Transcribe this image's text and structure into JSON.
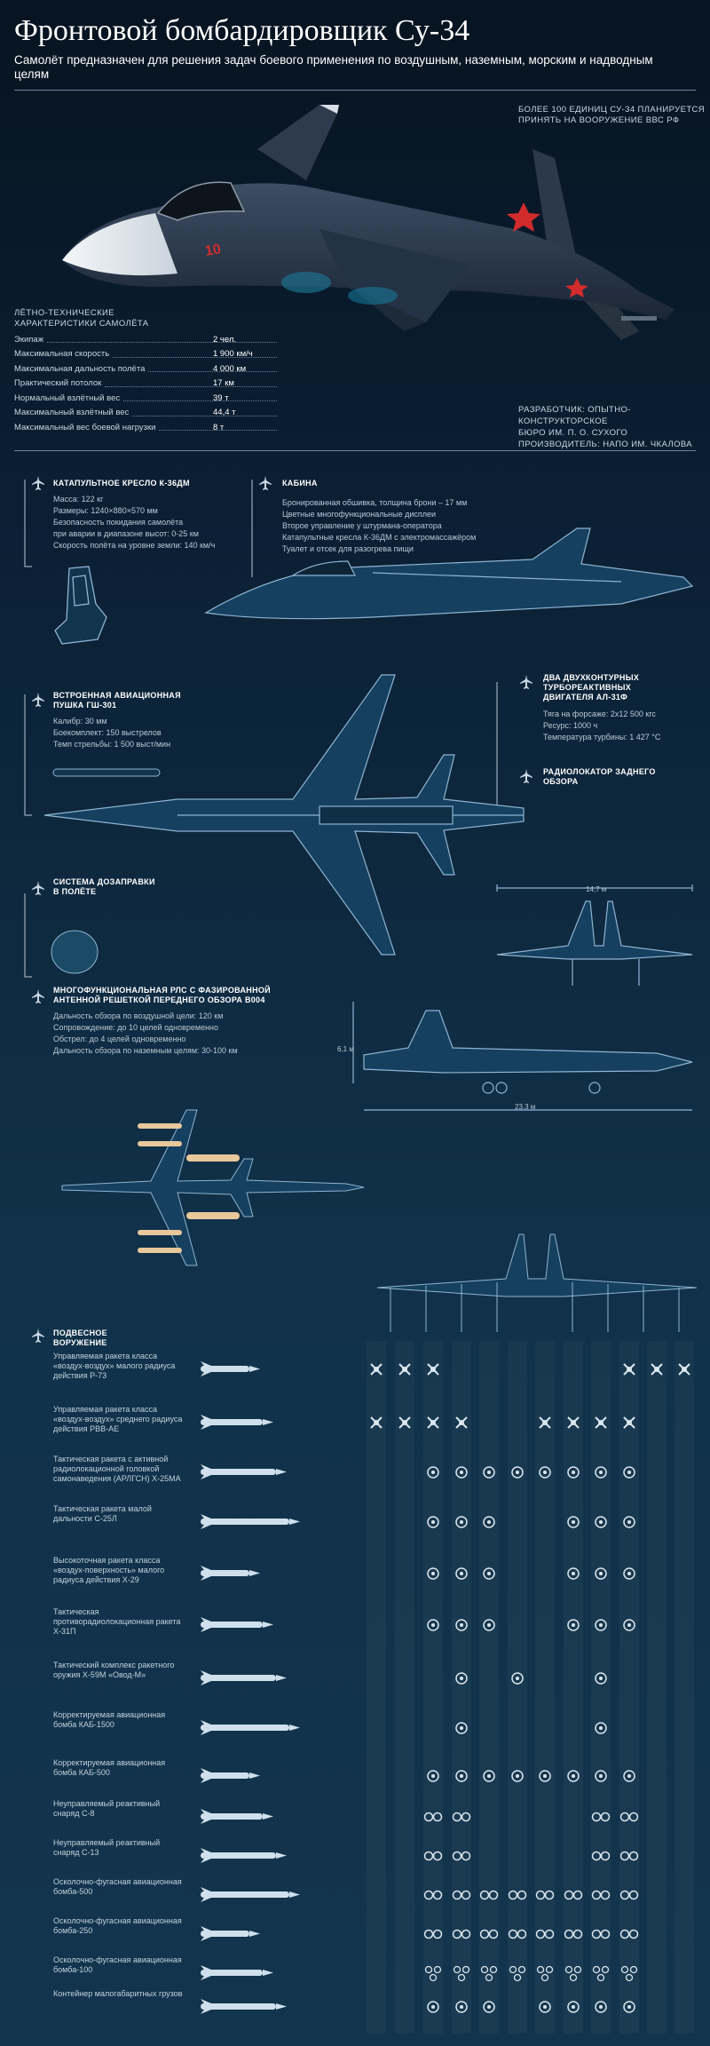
{
  "title": "Фронтовой бомбардировщик Су-34",
  "subtitle": "Самолёт предназначен для решения задач боевого применения по воздушным, наземным, морским и надводным целям",
  "note_top_right": [
    "БОЛЕЕ 100 ЕДИНИЦ СУ-34 ПЛАНИРУЕТСЯ",
    "ПРИНЯТЬ НА ВООРУЖЕНИЕ ВВС РФ"
  ],
  "aircraft_marking": "10",
  "specs": {
    "heading": [
      "ЛЁТНО-ТЕХНИЧЕСКИЕ",
      "ХАРАКТЕРИСТИКИ САМОЛЁТА"
    ],
    "rows": [
      {
        "label": "Экипаж",
        "value": "2 чел."
      },
      {
        "label": "Максимальная скорость",
        "value": "1 900 км/ч"
      },
      {
        "label": "Максимальная дальность полёта",
        "value": "4 000 км"
      },
      {
        "label": "Практический потолок",
        "value": "17 км"
      },
      {
        "label": "Нормальный взлётный вес",
        "value": "39 т"
      },
      {
        "label": "Максимальный взлётный вес",
        "value": "44,4 т"
      },
      {
        "label": "Максимальный вес боевой нагрузки",
        "value": "8 т"
      }
    ]
  },
  "developer": [
    "РАЗРАБОТЧИК: ОПЫТНО-КОНСТРУКТОРСКОЕ",
    "БЮРО ИМ. П. О. СУХОГО",
    "ПРОИЗВОДИТЕЛЬ: НАПО ИМ. ЧКАЛОВА"
  ],
  "seat": {
    "title": "КАТАПУЛЬТНОЕ КРЕСЛО К-36ДМ",
    "lines": [
      "Масса: 122 кг",
      "Размеры: 1240×880×570 мм",
      "Безопасность покидания самолёта",
      "при аварии в диапазоне высот: 0-25 км",
      "Скорость полёта на уровне земли: 140 км/ч"
    ]
  },
  "cabin": {
    "title": "КАБИНА",
    "lines": [
      "Бронированная обшивка, толщина брони – 17 мм",
      "Цветные многофункциональные дисплеи",
      "Второе управление у штурмана-оператора",
      "Катапультные кресла К-36ДМ с электромассажёром",
      "Туалет и отсек для разогрева пищи"
    ]
  },
  "gun": {
    "title": [
      "ВСТРОЕННАЯ АВИАЦИОННАЯ",
      "ПУШКА ГШ-301"
    ],
    "lines": [
      "Калибр: 30 мм",
      "Боекомплект: 150 выстрелов",
      "Темп стрельбы: 1 500 выст/мин"
    ]
  },
  "engines": {
    "title": [
      "ДВА ДВУХКОНТУРНЫХ",
      "ТУРБОРЕАКТИВНЫХ",
      "ДВИГАТЕЛЯ АЛ-31Ф"
    ],
    "lines": [
      "Тяга на форсаже: 2x12 500 кгс",
      "Ресурс: 1000 ч",
      "Температура турбины: 1 427 °С"
    ]
  },
  "radar_rear": {
    "title": [
      "РАДИОЛОКАТОР ЗАДНЕГО",
      "ОБЗОРА"
    ]
  },
  "refuel": {
    "title": [
      "СИСТЕМА ДОЗАПРАВКИ",
      "В ПОЛЁТЕ"
    ]
  },
  "radar": {
    "title": [
      "МНОГОФУНКЦИОНАЛЬНАЯ РЛС С ФАЗИРОВАННОЙ",
      "АНТЕННОЙ РЕШЕТКОЙ ПЕРЕДНЕГО ОБЗОРА В004"
    ],
    "lines": [
      "Дальность обзора по воздушной цели: 120 км",
      "Сопровождение: до 10 целей одновременно",
      "Обстрел: до 4 целей одновременно",
      "Дальность обзора по наземным целям: 30-100 км"
    ]
  },
  "dimensions": {
    "wingspan": "14,7 м",
    "height": "6,1 м",
    "length": "23,3 м"
  },
  "weapons": {
    "heading": [
      "ПОДВЕСНОЕ",
      "ВОРУЖЕНИЕ"
    ],
    "items": [
      {
        "label": "Управляемая ракета класса «воздух-воздух» малого радиуса действия Р-73",
        "sym": "x",
        "cols": [
          0,
          1,
          2,
          9,
          10,
          11
        ]
      },
      {
        "label": "Управляемая ракета класса «воздух-воздух» среднего радиуса действия РВВ-АЕ",
        "sym": "x",
        "cols": [
          0,
          1,
          2,
          3,
          6,
          7,
          8,
          9
        ]
      },
      {
        "label": "Тактическая ракета с активной радиолокационной головкой самонаведения (АРЛГСН) Х-25МА",
        "sym": "o",
        "cols": [
          2,
          3,
          4,
          5,
          6,
          7,
          8,
          9
        ]
      },
      {
        "label": "Тактическая ракета малой дальности С-25Л",
        "sym": "o",
        "cols": [
          2,
          3,
          4,
          7,
          8,
          9
        ]
      },
      {
        "label": "Высокоточная ракета класса «воздух-поверхность» малого радиуса действия Х-29",
        "sym": "o",
        "cols": [
          2,
          3,
          4,
          7,
          8,
          9
        ]
      },
      {
        "label": "Тактическая противорадиолокационная ракета Х-31П",
        "sym": "o",
        "cols": [
          2,
          3,
          4,
          7,
          8,
          9
        ]
      },
      {
        "label": "Тактический комплекс ракетного оружия Х-59М «Овод-М»",
        "sym": "o",
        "cols": [
          3,
          5,
          8
        ]
      },
      {
        "label": "Корректируемая авиационная бомба КАБ-1500",
        "sym": "o",
        "cols": [
          3,
          8
        ]
      },
      {
        "label": "Корректируемая авиационная бомба КАБ-500",
        "sym": "o",
        "cols": [
          2,
          3,
          4,
          5,
          6,
          7,
          8,
          9
        ]
      },
      {
        "label": "Неуправляемый реактивный снаряд С-8",
        "sym": "oo",
        "cols": [
          2,
          3,
          8,
          9
        ]
      },
      {
        "label": "Неуправляемый реактивный снаряд С-13",
        "sym": "oo",
        "cols": [
          2,
          3,
          8,
          9
        ]
      },
      {
        "label": "Осколочно-фугасная авиационная бомба-500",
        "sym": "oo",
        "cols": [
          2,
          3,
          4,
          5,
          6,
          7,
          8,
          9
        ]
      },
      {
        "label": "Осколочно-фугасная авиационная бомба-250",
        "sym": "oo",
        "cols": [
          2,
          3,
          4,
          5,
          6,
          7,
          8,
          9
        ]
      },
      {
        "label": "Осколочно-фугасная авиационная бомба-100",
        "sym": "ooo",
        "cols": [
          2,
          3,
          4,
          5,
          6,
          7,
          8,
          9
        ]
      },
      {
        "label": "Контейнер малогабаритных грузов",
        "sym": "o",
        "cols": [
          2,
          3,
          4,
          6,
          7,
          8,
          9
        ]
      }
    ]
  },
  "colors": {
    "bg_top": "#071421",
    "bg_bottom": "#12344c",
    "blueprint": "#8fb4d1",
    "payload": "#e8c79a",
    "star": "#d12b2b"
  }
}
